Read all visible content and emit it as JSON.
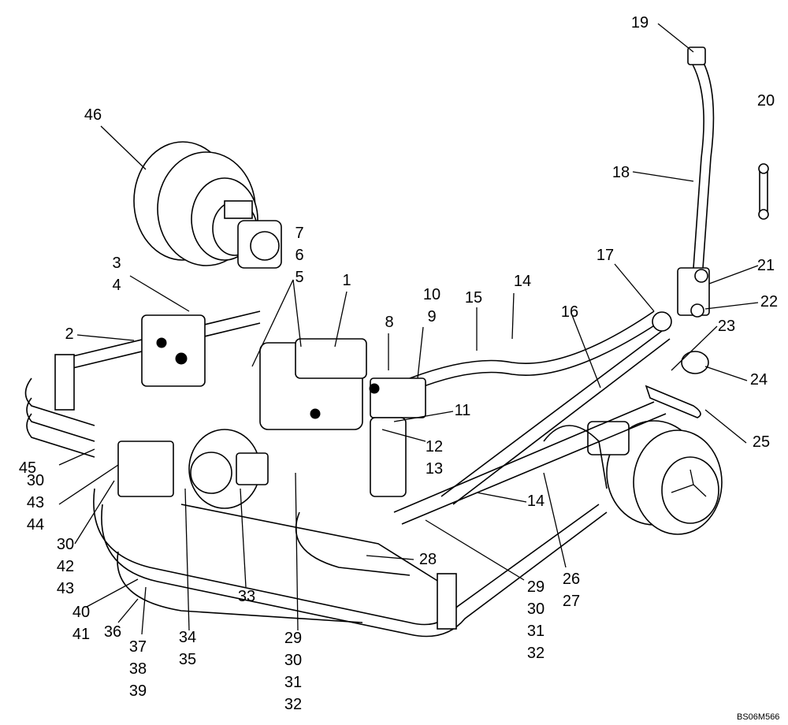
{
  "diagram": {
    "ref_code": "BS06M566",
    "callouts": [
      {
        "id": "c1",
        "lines": [
          "1"
        ]
      },
      {
        "id": "c2",
        "lines": [
          "2"
        ]
      },
      {
        "id": "c3",
        "lines": [
          "3",
          "4"
        ]
      },
      {
        "id": "c5",
        "lines": [
          "7",
          "6",
          "5"
        ]
      },
      {
        "id": "c8",
        "lines": [
          "8"
        ]
      },
      {
        "id": "c9",
        "lines": [
          "10",
          "9"
        ]
      },
      {
        "id": "c11",
        "lines": [
          "11"
        ]
      },
      {
        "id": "c12",
        "lines": [
          "12",
          "13"
        ]
      },
      {
        "id": "c14a",
        "lines": [
          "14"
        ]
      },
      {
        "id": "c14b",
        "lines": [
          "14"
        ]
      },
      {
        "id": "c15",
        "lines": [
          "15"
        ]
      },
      {
        "id": "c16",
        "lines": [
          "16"
        ]
      },
      {
        "id": "c17",
        "lines": [
          "17"
        ]
      },
      {
        "id": "c18",
        "lines": [
          "18"
        ]
      },
      {
        "id": "c19",
        "lines": [
          "19"
        ]
      },
      {
        "id": "c20",
        "lines": [
          "20"
        ]
      },
      {
        "id": "c21",
        "lines": [
          "21"
        ]
      },
      {
        "id": "c22",
        "lines": [
          "22"
        ]
      },
      {
        "id": "c23",
        "lines": [
          "23"
        ]
      },
      {
        "id": "c24",
        "lines": [
          "24"
        ]
      },
      {
        "id": "c25",
        "lines": [
          "25"
        ]
      },
      {
        "id": "c26",
        "lines": [
          "26",
          "27"
        ]
      },
      {
        "id": "c28",
        "lines": [
          "28"
        ]
      },
      {
        "id": "c29a",
        "lines": [
          "29",
          "30",
          "31",
          "32"
        ]
      },
      {
        "id": "c29b",
        "lines": [
          "29",
          "30",
          "31",
          "32"
        ]
      },
      {
        "id": "c30a",
        "lines": [
          "30",
          "43",
          "44"
        ]
      },
      {
        "id": "c30b",
        "lines": [
          "30",
          "42",
          "43"
        ]
      },
      {
        "id": "c33",
        "lines": [
          "33"
        ]
      },
      {
        "id": "c34",
        "lines": [
          "34",
          "35"
        ]
      },
      {
        "id": "c36",
        "lines": [
          "36"
        ]
      },
      {
        "id": "c37",
        "lines": [
          "37",
          "38",
          "39"
        ]
      },
      {
        "id": "c40",
        "lines": [
          "40",
          "41"
        ]
      },
      {
        "id": "c45",
        "lines": [
          "45"
        ]
      },
      {
        "id": "c46",
        "lines": [
          "46"
        ]
      }
    ]
  }
}
